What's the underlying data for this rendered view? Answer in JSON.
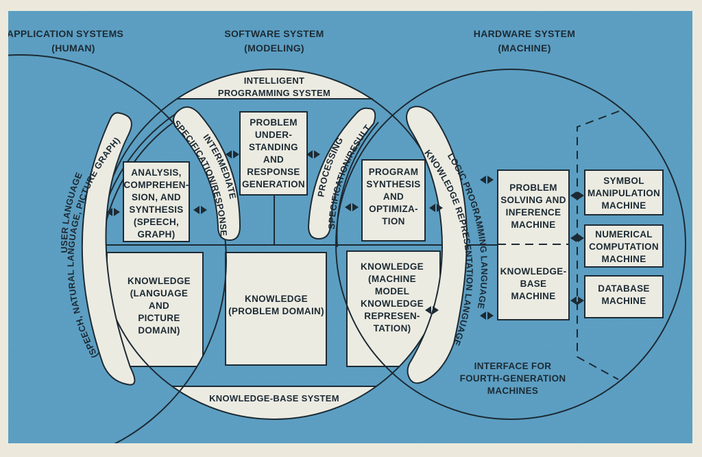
{
  "colors": {
    "background_panel": "#5a9cc0",
    "page_margin": "#ece9dc",
    "shape_fill": "#ecebe2",
    "ink": "#1c2a33"
  },
  "headers": {
    "application": [
      "APPLICATION SYSTEMS",
      "(HUMAN)"
    ],
    "software": [
      "SOFTWARE SYSTEM",
      "(MODELING)"
    ],
    "hardware": [
      "HARDWARE SYSTEM",
      "(MACHINE)"
    ]
  },
  "caps": {
    "intelligent_programming": [
      "INTELLIGENT",
      "PROGRAMMING SYSTEM"
    ],
    "knowledge_base_system": "KNOWLEDGE-BASE SYSTEM"
  },
  "bands": {
    "user_language_outer": "USER LANGUAGE",
    "user_language_inner": "(SPEECH, NATURAL LANGUAGE, PICTURE GRAPH)",
    "intermediate_outer": "INTERMEDIATE",
    "intermediate_inner": "SPECIFICATION/RESPONSE",
    "processing_outer": "PROCESSING",
    "processing_inner": "SPECIFICATION/RESULT",
    "logic_outer": "LOGIC PROGRAMMING LANGUAGE",
    "logic_inner": "KNOWLEDGE REPRESENTATION LANGUAGE"
  },
  "boxes": {
    "analysis": [
      "ANALYSIS,",
      "COMPREHEN-",
      "SION, AND",
      "SYNTHESIS",
      "(SPEECH,",
      "GRAPH)"
    ],
    "problem_understanding": [
      "PROBLEM",
      "UNDER-",
      "STANDING",
      "AND",
      "RESPONSE",
      "GENERATION"
    ],
    "program_synthesis": [
      "PROGRAM",
      "SYNTHESIS",
      "AND",
      "OPTIMIZA-",
      "TION"
    ],
    "knowledge_language": [
      "KNOWLEDGE",
      "(LANGUAGE",
      "AND",
      "PICTURE",
      "DOMAIN)"
    ],
    "knowledge_problem": [
      "KNOWLEDGE",
      "(PROBLEM DOMAIN)"
    ],
    "knowledge_machine": [
      "KNOWLEDGE",
      "(MACHINE",
      "MODEL",
      "KNOWLEDGE",
      "REPRESEN-",
      "TATION)"
    ],
    "problem_solving": [
      "PROBLEM",
      "SOLVING AND",
      "INFERENCE",
      "MACHINE"
    ],
    "knowledge_base_machine": [
      "KNOWLEDGE-",
      "BASE",
      "MACHINE"
    ],
    "symbol_manipulation": [
      "SYMBOL",
      "MANIPULATION",
      "MACHINE"
    ],
    "numerical_computation": [
      "NUMERICAL",
      "COMPUTATION",
      "MACHINE"
    ],
    "database": [
      "DATABASE",
      "MACHINE"
    ]
  },
  "interface_label": [
    "INTERFACE FOR",
    "FOURTH-GENERATION",
    "MACHINES"
  ]
}
